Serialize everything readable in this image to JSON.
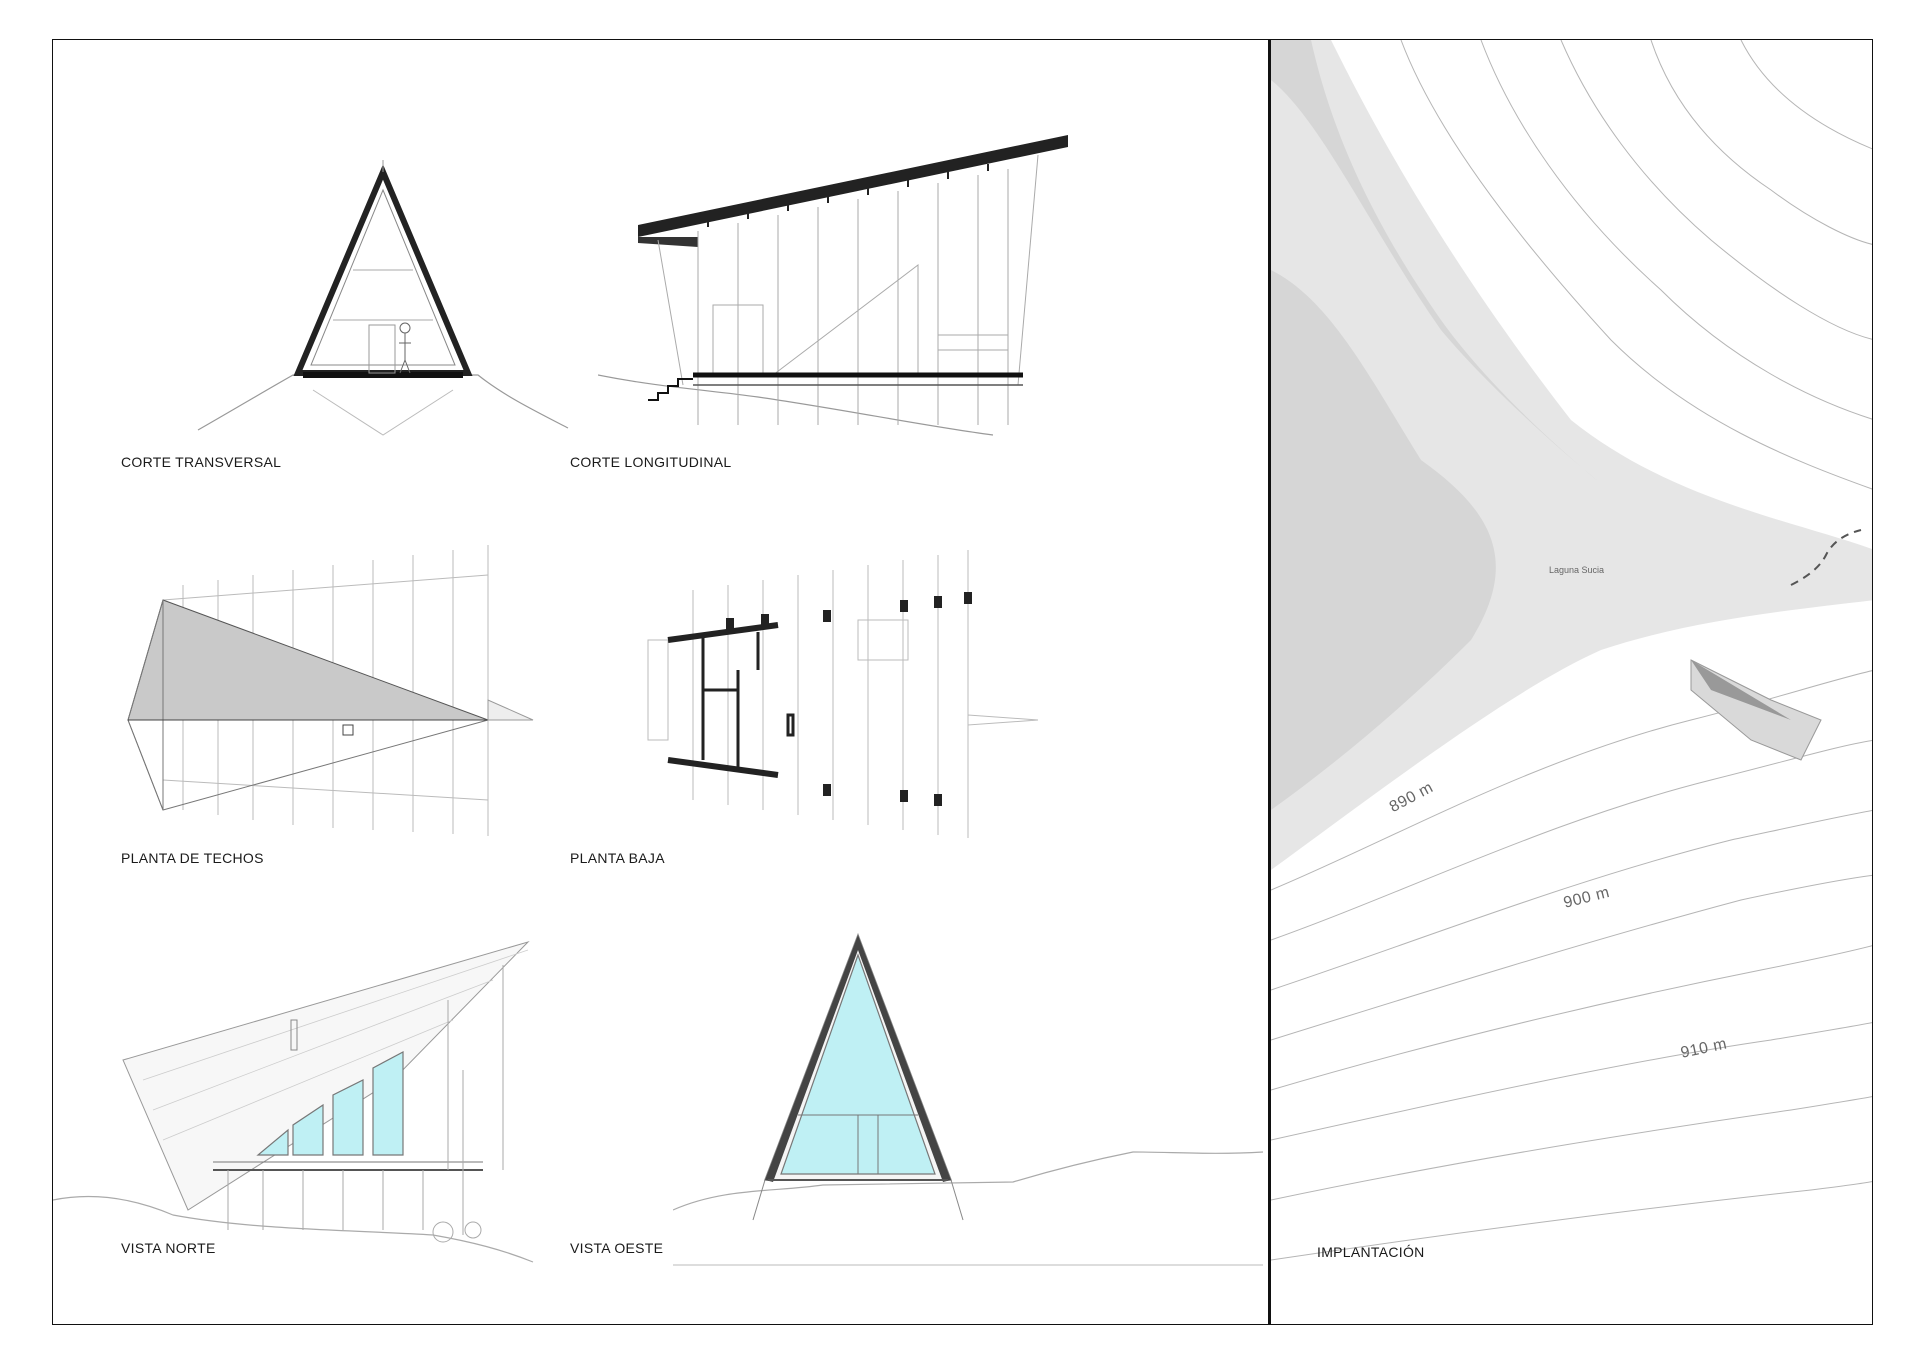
{
  "drawings": {
    "corte_transversal": "CORTE TRANSVERSAL",
    "corte_longitudinal": "CORTE LONGITUDINAL",
    "planta_techos": "PLANTA DE TECHOS",
    "planta_baja": "PLANTA BAJA",
    "vista_norte": "VISTA NORTE",
    "vista_oeste": "VISTA OESTE",
    "implantacion": "IMPLANTACIÓN"
  },
  "site_plan": {
    "lake_name": "Laguna Sucia",
    "contours": [
      "890 m",
      "900 m",
      "910 m"
    ]
  },
  "colors": {
    "line": "#222222",
    "thin_line": "#9a9a9a",
    "glass": "#bff0f4",
    "lake_dark": "#d6d6d6",
    "lake_light": "#e6e6e6"
  }
}
